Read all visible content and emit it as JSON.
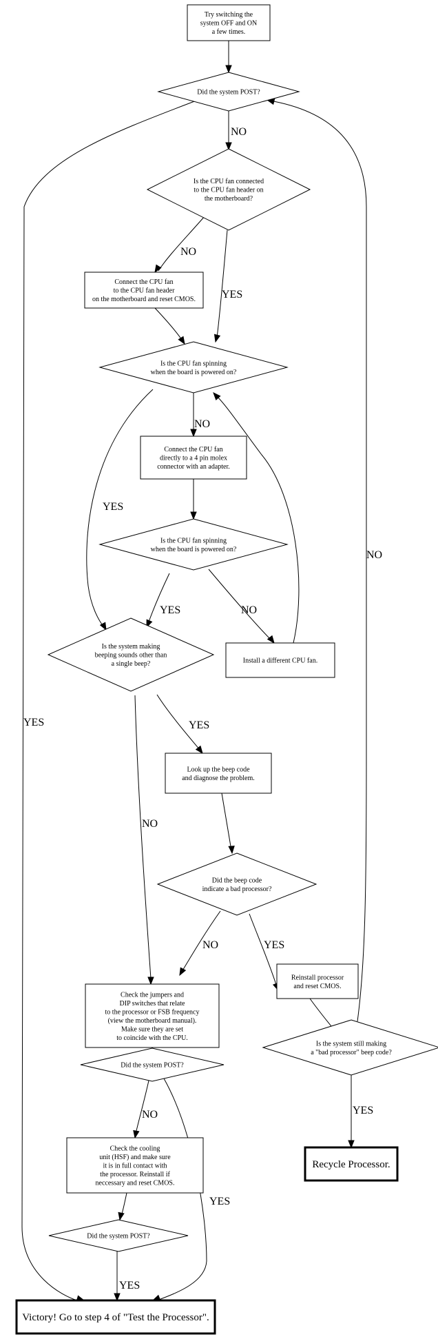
{
  "diagram": {
    "title": "CPU troubleshooting flowchart",
    "nodes": {
      "n1": {
        "type": "box",
        "lines": [
          "Try switching the",
          "system OFF and ON",
          "a few times."
        ]
      },
      "n2": {
        "type": "diamond",
        "lines": [
          "Did the system POST?"
        ]
      },
      "n3": {
        "type": "diamond",
        "lines": [
          "Is the CPU fan connected",
          "to the CPU fan header on",
          "the motherboard?"
        ]
      },
      "n4": {
        "type": "box",
        "lines": [
          "Connect the CPU fan",
          "to the CPU fan header",
          "on the motherboard and reset CMOS."
        ]
      },
      "n5": {
        "type": "diamond",
        "lines": [
          "Is the CPU fan spinning",
          "when the board is powered on?"
        ]
      },
      "n6": {
        "type": "box",
        "lines": [
          "Connect the CPU fan",
          "directly to a 4 pin molex",
          "connector with an adapter."
        ]
      },
      "n7": {
        "type": "diamond",
        "lines": [
          "Is the CPU fan spinning",
          "when the board is powered on?"
        ]
      },
      "n8": {
        "type": "diamond",
        "lines": [
          "Is the system making",
          "beeping sounds other than",
          "a single beep?"
        ]
      },
      "n9": {
        "type": "box",
        "lines": [
          "Install a different CPU fan."
        ]
      },
      "n10": {
        "type": "box",
        "lines": [
          "Look up the beep code",
          "and diagnose the problem."
        ]
      },
      "n11": {
        "type": "diamond",
        "lines": [
          "Did the beep code",
          "indicate a bad processor?"
        ]
      },
      "n12": {
        "type": "box",
        "lines": [
          "Check the jumpers and",
          "DIP switches that relate",
          "to the processor or FSB frequency",
          "(view the motherboard manual).",
          "Make sure they are set",
          "to coincide with the CPU."
        ]
      },
      "n13": {
        "type": "box",
        "lines": [
          "Reinstall processor",
          "and reset CMOS."
        ]
      },
      "n14": {
        "type": "diamond",
        "lines": [
          "Did the system POST?"
        ]
      },
      "n15": {
        "type": "diamond",
        "lines": [
          "Is the system still making",
          "a \"bad processor\" beep code?"
        ]
      },
      "n16": {
        "type": "box",
        "lines": [
          "Check the cooling",
          "unit (HSF) and make sure",
          "it is in full contact with",
          "the processor. Reinstall if",
          "neccessary and reset CMOS."
        ]
      },
      "n17": {
        "type": "box-bold",
        "lines": [
          "Recycle Processor."
        ]
      },
      "n18": {
        "type": "diamond",
        "lines": [
          "Did the system POST?"
        ]
      },
      "n19": {
        "type": "box-bold",
        "lines": [
          "Victory! Go to step 4 of \"Test the Processor\"."
        ]
      }
    },
    "edges": [
      {
        "id": "e1",
        "from": "n1",
        "to": "n2",
        "label": ""
      },
      {
        "id": "e2",
        "from": "n2",
        "to": "n3",
        "label": "NO"
      },
      {
        "id": "e3",
        "from": "n2",
        "to": "n19",
        "label": "YES"
      },
      {
        "id": "e4",
        "from": "n3",
        "to": "n4",
        "label": "NO"
      },
      {
        "id": "e5",
        "from": "n3",
        "to": "n5",
        "label": "YES"
      },
      {
        "id": "e6",
        "from": "n4",
        "to": "n5",
        "label": ""
      },
      {
        "id": "e7",
        "from": "n5",
        "to": "n6",
        "label": "NO"
      },
      {
        "id": "e8",
        "from": "n5",
        "to": "n8",
        "label": "YES"
      },
      {
        "id": "e9",
        "from": "n6",
        "to": "n7",
        "label": ""
      },
      {
        "id": "e10",
        "from": "n7",
        "to": "n8",
        "label": "YES"
      },
      {
        "id": "e11",
        "from": "n7",
        "to": "n9",
        "label": "NO"
      },
      {
        "id": "e12",
        "from": "n9",
        "to": "n5",
        "label": ""
      },
      {
        "id": "e13",
        "from": "n8",
        "to": "n10",
        "label": "YES"
      },
      {
        "id": "e14",
        "from": "n8",
        "to": "n12",
        "label": "NO"
      },
      {
        "id": "e15",
        "from": "n10",
        "to": "n11",
        "label": ""
      },
      {
        "id": "e16",
        "from": "n11",
        "to": "n12",
        "label": "NO"
      },
      {
        "id": "e17",
        "from": "n11",
        "to": "n13",
        "label": "YES"
      },
      {
        "id": "e18",
        "from": "n13",
        "to": "n15",
        "label": ""
      },
      {
        "id": "e19",
        "from": "n15",
        "to": "n2",
        "label": "NO"
      },
      {
        "id": "e20",
        "from": "n15",
        "to": "n17",
        "label": "YES"
      },
      {
        "id": "e21",
        "from": "n12",
        "to": "n14",
        "label": ""
      },
      {
        "id": "e22",
        "from": "n14",
        "to": "n16",
        "label": "NO"
      },
      {
        "id": "e23",
        "from": "n14",
        "to": "n19",
        "label": "YES"
      },
      {
        "id": "e24",
        "from": "n16",
        "to": "n18",
        "label": ""
      },
      {
        "id": "e25",
        "from": "n18",
        "to": "n19",
        "label": "YES"
      }
    ]
  }
}
